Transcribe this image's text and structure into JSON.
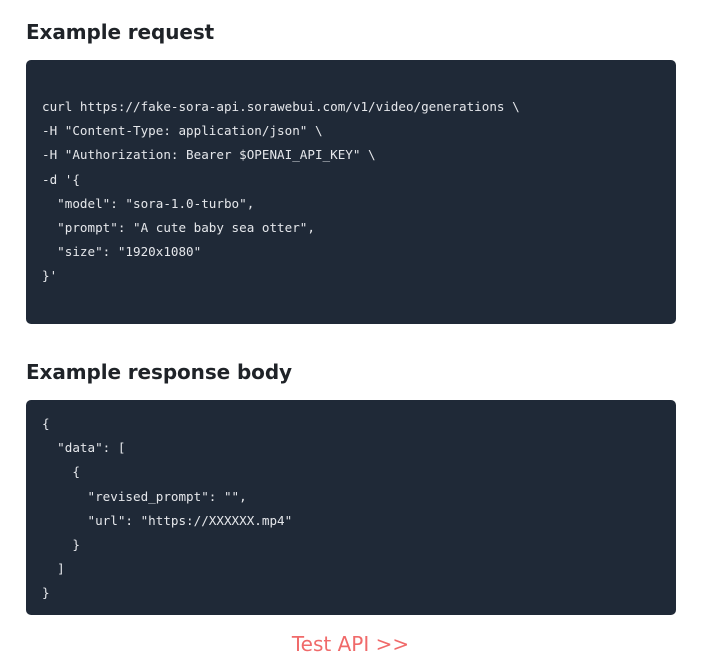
{
  "request": {
    "heading": "Example request",
    "code": "curl https://fake-sora-api.sorawebui.com/v1/video/generations \\\n-H \"Content-Type: application/json\" \\\n-H \"Authorization: Bearer $OPENAI_API_KEY\" \\\n-d '{\n  \"model\": \"sora-1.0-turbo\",\n  \"prompt\": \"A cute baby sea otter\",\n  \"size\": \"1920x1080\"\n}'"
  },
  "response": {
    "heading": "Example response body",
    "code": "{\n  \"data\": [\n    {\n      \"revised_prompt\": \"\",\n      \"url\": \"https://XXXXXX.mp4\"\n    }\n  ]\n}"
  },
  "test_link": {
    "label": "Test API >>"
  },
  "colors": {
    "code_bg": "#1f2937",
    "link": "#f06a6a",
    "heading": "#1f2328"
  }
}
